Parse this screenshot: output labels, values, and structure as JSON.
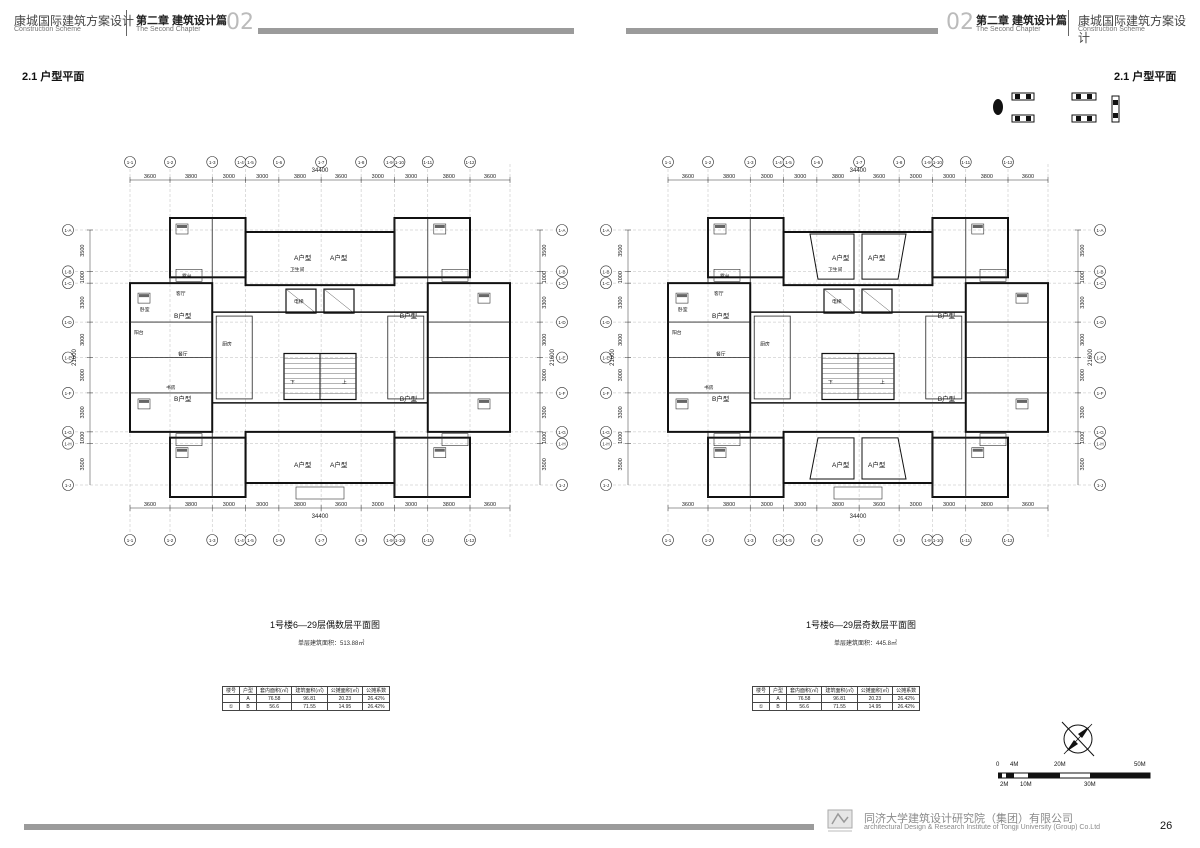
{
  "header_left": {
    "title_cn": "康城国际建筑方案设计",
    "title_en": "Construction Scheme",
    "chapter_cn": "第二章 建筑设计篇",
    "chapter_en": "The Second Chapter",
    "chapter_num": "02"
  },
  "header_right": {
    "chapter_num": "02",
    "chapter_cn": "第二章 建筑设计篇",
    "chapter_en": "The Second Chapter",
    "title_cn": "康城国际建筑方案设计",
    "title_en": "Construction Scheme"
  },
  "section_left": "2.1 户型平面",
  "section_right": "2.1 户型平面",
  "plans": [
    {
      "title": "1号楼6—29层偶数层平面图",
      "area": "单层建筑面积：513.88㎡",
      "overall_dim": "34400",
      "side_dim": "21600",
      "col_dims": [
        "3600",
        "3800",
        "3000",
        "3000",
        "3800",
        "3600",
        "3000",
        "3000",
        "3800",
        "3600"
      ],
      "row_dims": [
        "3500",
        "1000",
        "3300",
        "3000",
        "3000",
        "3300",
        "1000",
        "3500"
      ],
      "top_axes": [
        "1-1",
        "1-2",
        "1-3",
        "1-4",
        "1-5",
        "1-6",
        "1-7",
        "1-8",
        "1-9",
        "1-10",
        "1-11",
        "1-12"
      ],
      "side_axes": [
        "1-A",
        "1-B",
        "1-C",
        "1-D",
        "1-E",
        "1-F",
        "1-G",
        "1-H",
        "1-J"
      ],
      "room_labels": [
        "A户型",
        "A户型",
        "A户型",
        "A户型",
        "B户型",
        "B户型",
        "B户型",
        "B户型",
        "卧室",
        "客厅",
        "餐厅",
        "厨房",
        "卫生间",
        "书房",
        "阳台",
        "露台",
        "电梯",
        "上",
        "下"
      ]
    },
    {
      "title": "1号楼6—29层奇数层平面图",
      "area": "单层建筑面积：445.8㎡",
      "overall_dim": "34400",
      "side_dim": "21600",
      "col_dims": [
        "3600",
        "3800",
        "3000",
        "3000",
        "3800",
        "3600",
        "3000",
        "3000",
        "3800",
        "3600"
      ],
      "row_dims": [
        "3500",
        "1000",
        "3300",
        "3000",
        "3000",
        "3300",
        "1000",
        "3500"
      ],
      "top_axes": [
        "1-1",
        "1-2",
        "1-3",
        "1-4",
        "1-5",
        "1-6",
        "1-7",
        "1-8",
        "1-9",
        "1-10",
        "1-11",
        "1-12"
      ],
      "side_axes": [
        "1-A",
        "1-B",
        "1-C",
        "1-D",
        "1-E",
        "1-F",
        "1-G",
        "1-H",
        "1-J"
      ],
      "room_labels": [
        "A户型",
        "A户型",
        "A户型",
        "A户型",
        "B户型",
        "B户型",
        "B户型",
        "B户型",
        "卧室",
        "客厅",
        "餐厅",
        "厨房",
        "卫生间",
        "书房",
        "阳台",
        "露台",
        "电梯",
        "上",
        "下"
      ]
    }
  ],
  "tables": [
    {
      "headers": [
        "楼号",
        "户型",
        "套内面积(㎡)",
        "建筑面积(㎡)",
        "公摊面积(㎡)",
        "公摊系数"
      ],
      "rows": [
        [
          "",
          "A",
          "76.58",
          "96.81",
          "20.23",
          "26.42%"
        ],
        [
          "①",
          "B",
          "56.6",
          "71.55",
          "14.95",
          "26.42%"
        ]
      ]
    },
    {
      "headers": [
        "楼号",
        "户型",
        "套内面积(㎡)",
        "建筑面积(㎡)",
        "公摊面积(㎡)",
        "公摊系数"
      ],
      "rows": [
        [
          "",
          "A",
          "76.58",
          "96.81",
          "20.23",
          "26.42%"
        ],
        [
          "①",
          "B",
          "56.6",
          "71.55",
          "14.95",
          "26.42%"
        ]
      ]
    }
  ],
  "scale": {
    "top": [
      "0",
      "4M",
      "20M",
      "50M"
    ],
    "bottom": [
      "2M",
      "10M",
      "30M"
    ]
  },
  "footer": {
    "cn": "同济大学建筑设计研究院（集团）有限公司",
    "en": "architectural Design & Research Institute of Tongji University (Group) Co.Ltd"
  },
  "page_number": "26"
}
